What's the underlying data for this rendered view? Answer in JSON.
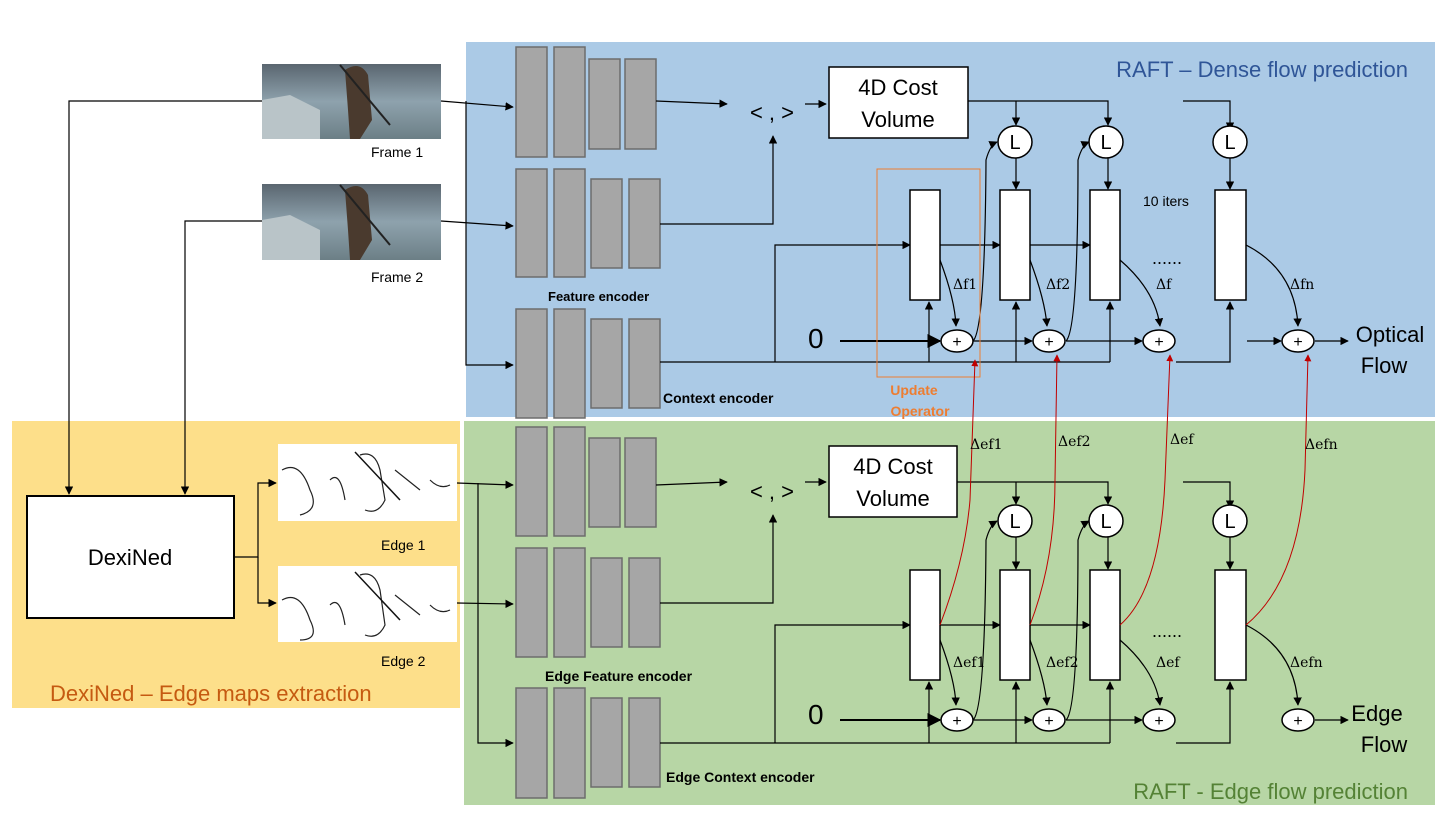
{
  "colors": {
    "raft_panel": "#abcae6",
    "edge_panel": "#b7d6a5",
    "dexined_panel": "#fddf8a",
    "raft_title": "#2f5597",
    "edge_title": "#548235",
    "dexined_title": "#c55a11",
    "update_operator": "#ed7d31",
    "encoder_block": "#a6a6a6",
    "edge_arrow": "#c00000"
  },
  "panels": {
    "raft_title": "RAFT – Dense flow prediction",
    "edge_title": "RAFT - Edge flow prediction",
    "dexined_title": "DexiNed – Edge maps extraction"
  },
  "inputs": {
    "frame1": "Frame  1",
    "frame2": "Frame  2",
    "edge1": "Edge 1",
    "edge2": "Edge 2"
  },
  "dexined": {
    "label": "DexiNed"
  },
  "encoders": {
    "feature": "Feature encoder",
    "context": "Context encoder",
    "edge_feature": "Edge Feature encoder",
    "edge_context": "Edge Context encoder"
  },
  "raft": {
    "correlation": "< , >",
    "cost_volume_line1": "4D Cost",
    "cost_volume_line2": "Volume",
    "lookup": "L",
    "iters": "10 iters",
    "ellipsis": "......",
    "zero": "0",
    "plus": "+",
    "update_operator_line1": "Update",
    "update_operator_line2": "Operator",
    "deltas": [
      "Δf1",
      "Δf2",
      "Δf",
      "Δfn"
    ],
    "edge_deltas": [
      "Δef1",
      "Δef2",
      "Δef",
      "Δefn"
    ],
    "output_line1": "Optical",
    "output_line2": "Flow"
  },
  "edge_raft": {
    "correlation": "< , >",
    "cost_volume_line1": "4D Cost",
    "cost_volume_line2": "Volume",
    "lookup": "L",
    "ellipsis": "......",
    "zero": "0",
    "plus": "+",
    "deltas": [
      "Δef1",
      "Δef2",
      "Δef",
      "Δefn"
    ],
    "output_line1": "Edge",
    "output_line2": "Flow"
  }
}
